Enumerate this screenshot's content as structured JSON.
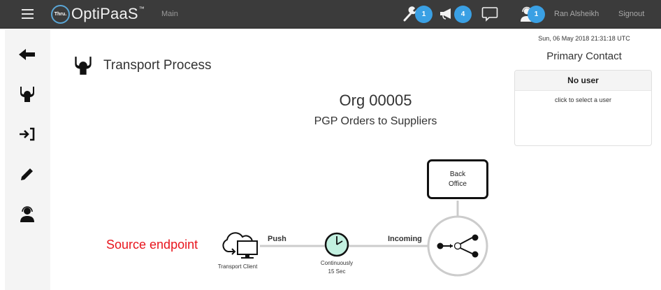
{
  "header": {
    "app_name": "OptiPaaS",
    "logo_badge": "Thru.",
    "trademark": "™",
    "nav_main": "Main",
    "notifications": [
      {
        "icon": "wrench-icon",
        "count": "1"
      },
      {
        "icon": "megaphone-icon",
        "count": "4"
      },
      {
        "icon": "chat-icon",
        "count": ""
      },
      {
        "icon": "support-agent-icon",
        "count": "1"
      }
    ],
    "user_name": "Ran Alsheikh",
    "signout_label": "Signout"
  },
  "sidebar": {
    "items": [
      {
        "icon": "back-arrow-icon",
        "label": "Back"
      },
      {
        "icon": "transport-process-icon",
        "label": "Transport Process"
      },
      {
        "icon": "sign-in-icon",
        "label": "Sign in"
      },
      {
        "icon": "pencil-icon",
        "label": "Edit"
      },
      {
        "icon": "support-agent-icon",
        "label": "Contact"
      }
    ]
  },
  "page": {
    "title": "Transport Process",
    "org_name": "Org 00005",
    "process_name": "PGP Orders to Suppliers"
  },
  "contact_panel": {
    "datetime": "Sun, 06 May 2018 21:31:18 UTC",
    "title": "Primary Contact",
    "card_header": "No user",
    "card_body": "click to select a user"
  },
  "flow": {
    "annotation": "Source endpoint",
    "source_label": "Transport Client",
    "edge1_label": "Push",
    "schedule_line1": "Continuously",
    "schedule_line2": "15 Sec",
    "edge2_label": "Incoming",
    "target_line1": "Back",
    "target_line2": "Office",
    "colors": {
      "clock_fill": "#c3f0e0",
      "connector": "#cccccc",
      "annotation": "#e8141c",
      "badge": "#3aa0e4"
    }
  }
}
